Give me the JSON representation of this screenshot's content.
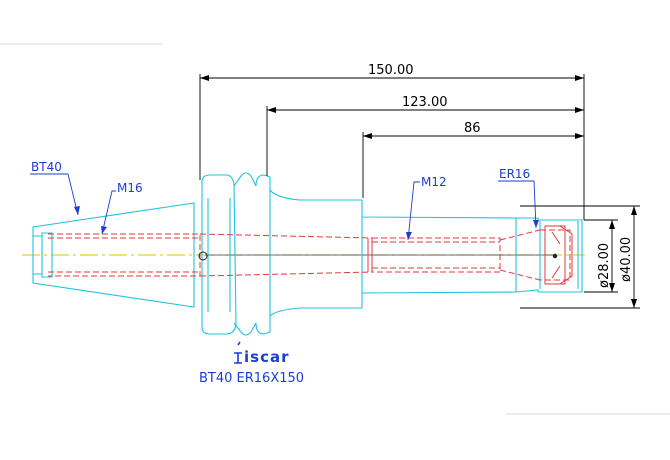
{
  "labels": {
    "taper": "BT40",
    "thread_rear": "M16",
    "thread_front": "M12",
    "collet": "ER16",
    "brand": "iscar",
    "designation": "BT40  ER16X150"
  },
  "dimensions": {
    "overall_length": "150.00",
    "body_length": "123.00",
    "nose_length": "86",
    "nose_diameter": "ø28.00",
    "body_diameter": "ø40.00"
  },
  "colors": {
    "outline": "#22c3dd",
    "hidden": "#e23a3a",
    "dimension": "#000000",
    "annotation": "#1b3ed6",
    "centerline": "#d8c400"
  }
}
